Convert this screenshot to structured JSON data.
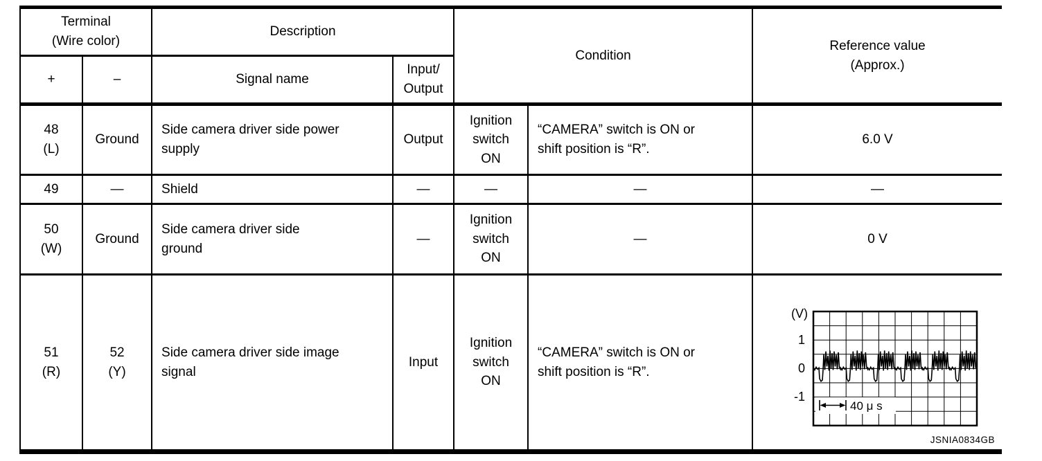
{
  "page": {
    "background": "#ffffff",
    "text_color": "#000000"
  },
  "header": {
    "terminal": "Terminal\n(Wire color)",
    "plus": "+",
    "minus": "–",
    "description": "Description",
    "signal_name": "Signal name",
    "input_output": "Input/\nOutput",
    "condition": "Condition",
    "reference": "Reference value\n(Approx.)"
  },
  "rows": [
    {
      "terminal_plus": "48\n(L)",
      "terminal_minus": "Ground",
      "signal_name": "Side camera driver side power\nsupply",
      "input_output": "Output",
      "condition_switch": "Ignition\nswitch\nON",
      "condition_detail": "“CAMERA” switch is ON or\nshift position is “R”.",
      "reference": "6.0 V"
    },
    {
      "terminal_plus": "49",
      "terminal_minus": "—",
      "signal_name": "Shield",
      "input_output": "—",
      "condition_switch": "—",
      "condition_detail": "—",
      "reference": "—"
    },
    {
      "terminal_plus": "50\n(W)",
      "terminal_minus": "Ground",
      "signal_name": "Side camera driver side\nground",
      "input_output": "—",
      "condition_switch": "Ignition\nswitch\nON",
      "condition_detail": "—",
      "reference": "0 V"
    },
    {
      "terminal_plus": "51\n(R)",
      "terminal_minus": "52\n(Y)",
      "signal_name": "Side camera driver side image\nsignal",
      "input_output": "Input",
      "condition_switch": "Ignition\nswitch\nON",
      "condition_detail": "“CAMERA” switch is ON or\nshift position is “R”.",
      "reference": ""
    }
  ],
  "waveform": {
    "unit_label": "(V)",
    "yticks": [
      "1",
      "0",
      "-1"
    ],
    "time_annotation": "40 μ s",
    "figure_id": "JSNIA0834GB"
  },
  "chart_data": {
    "type": "line",
    "ylabel": "(V)",
    "yticks": [
      1,
      0,
      -1
    ],
    "volts_per_division": 0.5,
    "grid": true,
    "grid_divisions_x": 10,
    "grid_divisions_y": 8,
    "x_scale_annotation": "40 μ s",
    "bursts": 6,
    "signal": "composite video image signal: periodic spike bursts to about +0.6 V with sync dips to about -0.5 V around a 0 V baseline",
    "caption": "JSNIA0834GB"
  }
}
